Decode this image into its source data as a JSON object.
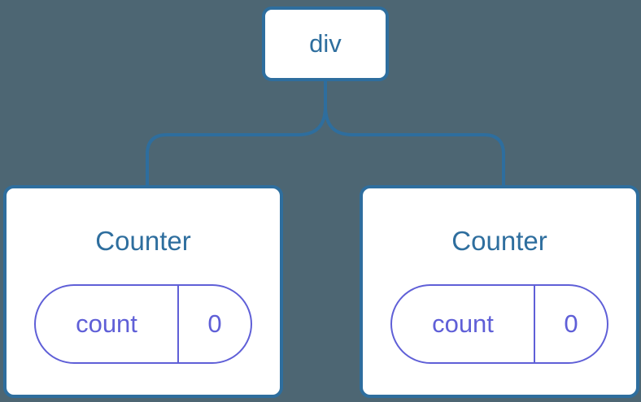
{
  "diagram": {
    "type": "component-tree",
    "colors": {
      "background": "#4d6673",
      "node_fill": "#ffffff",
      "tree_blue": "#2e6e9e",
      "state_purple": "#5f5fd7"
    },
    "root_node": {
      "label": "div"
    },
    "children": [
      {
        "title": "Counter",
        "state": {
          "key": "count",
          "value": "0"
        }
      },
      {
        "title": "Counter",
        "state": {
          "key": "count",
          "value": "0"
        }
      }
    ]
  }
}
